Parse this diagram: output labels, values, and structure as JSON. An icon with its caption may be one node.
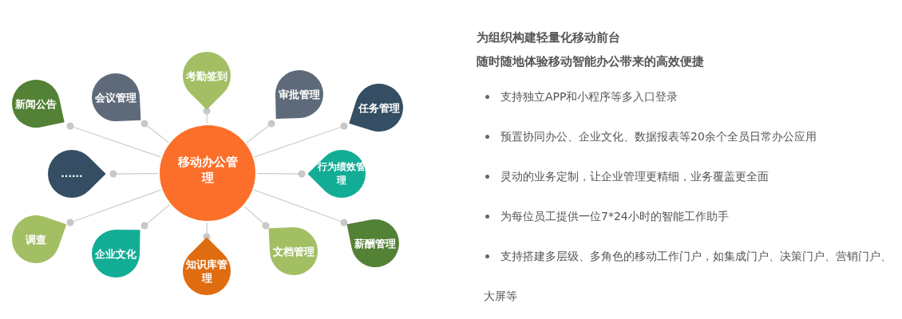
{
  "diagram": {
    "nodes": [
      {
        "text": [
          "移动办公管理"
        ]
      },
      {
        "text": [
          "考勤签到"
        ]
      },
      {
        "text": [
          "会议管理"
        ]
      },
      {
        "text": [
          "新闻公告"
        ]
      },
      {
        "text": [
          "审批管理"
        ]
      },
      {
        "text": [
          "任务管理"
        ]
      },
      {
        "text": [
          "......"
        ]
      },
      {
        "text": [
          "行为绩效管理"
        ]
      },
      {
        "text": [
          "调查"
        ]
      },
      {
        "text": [
          "企业文化"
        ]
      },
      {
        "text": [
          "知识库管理"
        ]
      },
      {
        "text": [
          "文档管理"
        ]
      },
      {
        "text": [
          "薪酬管理"
        ]
      }
    ],
    "edges": [
      {
        "from": 0,
        "to": 1,
        "arrow": "other"
      },
      {
        "from": 0,
        "to": 2,
        "arrow": "other"
      },
      {
        "from": 0,
        "to": 3,
        "arrow": "other"
      },
      {
        "from": 0,
        "to": 4,
        "arrow": "other"
      },
      {
        "from": 0,
        "to": 5,
        "arrow": "other"
      },
      {
        "from": 0,
        "to": 6,
        "arrow": "other"
      },
      {
        "from": 0,
        "to": 7,
        "arrow": "other"
      },
      {
        "from": 0,
        "to": 8,
        "arrow": "other"
      },
      {
        "from": 0,
        "to": 9,
        "arrow": "other"
      },
      {
        "from": 0,
        "to": 10,
        "arrow": "other"
      },
      {
        "from": 0,
        "to": 11,
        "arrow": "other"
      },
      {
        "from": 0,
        "to": 12,
        "arrow": "other"
      }
    ],
    "labels": [
      "为组织构建轻量化移动前台",
      "随时随地体验移动智能办公带来的高效便捷",
      "支持独立APP和小程序等多入口登录",
      "预置协同办公、企业文化、数据报表等20余个全员日常办公应用",
      "灵动的业务定制，让企业管理更精细，业务覆盖更全面",
      "为每位员工提供一位7*24小时的智能工作助手",
      "支持搭建多层级、多角色的移动工作门户，如集成门户、决策门户、营销门户、大屏等"
    ]
  }
}
